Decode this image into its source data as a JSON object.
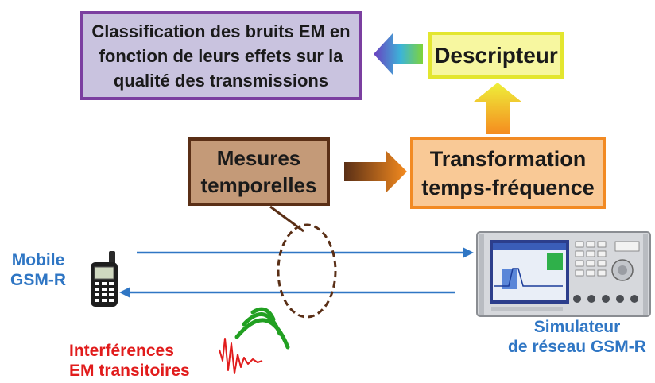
{
  "boxes": {
    "classification": [
      "Classification des bruits EM en",
      "fonction de leurs effets sur la",
      "qualité des transmissions"
    ],
    "descripteur": "Descripteur",
    "mesures": [
      "Mesures",
      "temporelles"
    ],
    "transformation": [
      "Transformation",
      "temps-fréquence"
    ]
  },
  "labels": {
    "mobile": [
      "Mobile",
      "GSM-R"
    ],
    "simulateur": [
      "Simulateur",
      "de réseau GSM-R"
    ],
    "interferences": [
      "Interférences",
      "EM transitoires"
    ]
  },
  "icons": [
    "mobile-phone-icon",
    "network-simulator-icon",
    "signal-waves-icon",
    "transient-pulse-icon"
  ],
  "colors": {
    "classification_fill": "#c9c3df",
    "classification_border": "#7b3fa0",
    "descripteur_fill": "#f7f7a0",
    "descripteur_border": "#e3e62f",
    "mesures_fill": "#c49a78",
    "mesures_border": "#5a2f16",
    "transformation_fill": "#f9c996",
    "transformation_border": "#f28a23",
    "link_blue": "#2f76c4",
    "interference_red": "#e11c1c",
    "wave_green": "#22a022"
  }
}
